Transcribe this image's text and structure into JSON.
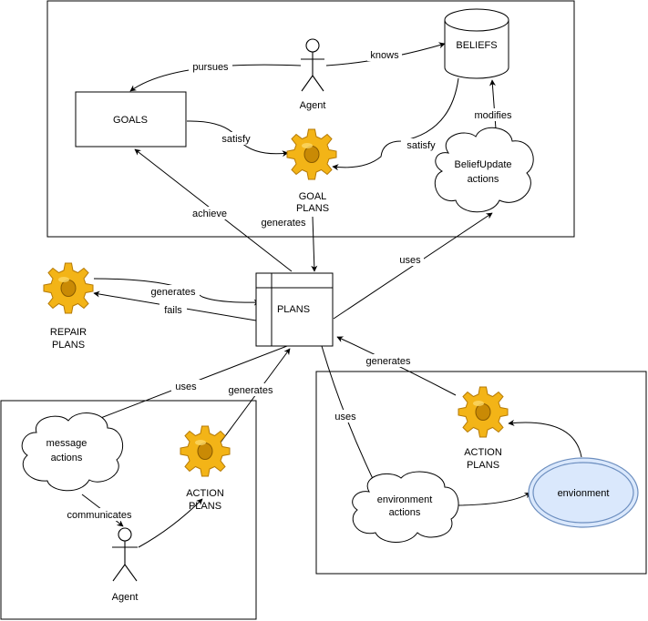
{
  "nodes": {
    "beliefs": "BELIEFS",
    "goals": "GOALS",
    "plans": "PLANS",
    "agent_top": "Agent",
    "agent_bottom": "Agent",
    "goal_plans": [
      "GOAL",
      "PLANS"
    ],
    "repair_plans": [
      "REPAIR",
      "PLANS"
    ],
    "action_plans_left": [
      "ACTION",
      "PLANS"
    ],
    "action_plans_right": [
      "ACTION",
      "PLANS"
    ],
    "belief_update": [
      "BeliefUpdate",
      "actions"
    ],
    "message_actions": [
      "message",
      "actions"
    ],
    "environment_actions": [
      "environment",
      "actions"
    ],
    "environment": "envionment"
  },
  "edges": {
    "knows": "knows",
    "pursues": "pursues",
    "satisfy_goals": "satisfy",
    "satisfy_beliefs": "satisfy",
    "modifies": "modifies",
    "achieve": "achieve",
    "generates_goal_plans": "generates",
    "uses_belief_update": "uses",
    "generates_repair": "generates",
    "fails": "fails",
    "uses_message": "uses",
    "generates_action_left": "generates",
    "communicates": "communicates",
    "generates_action_right": "generates",
    "uses_environment": "uses"
  },
  "colors": {
    "gear": "#f3b417",
    "gear_shadow": "#c98a05",
    "environment_fill": "#dae8fc",
    "environment_stroke": "#6c8ebf"
  },
  "icons": [
    "gear-icon",
    "stick-figure-icon",
    "cloud-shape",
    "cylinder-shape"
  ]
}
